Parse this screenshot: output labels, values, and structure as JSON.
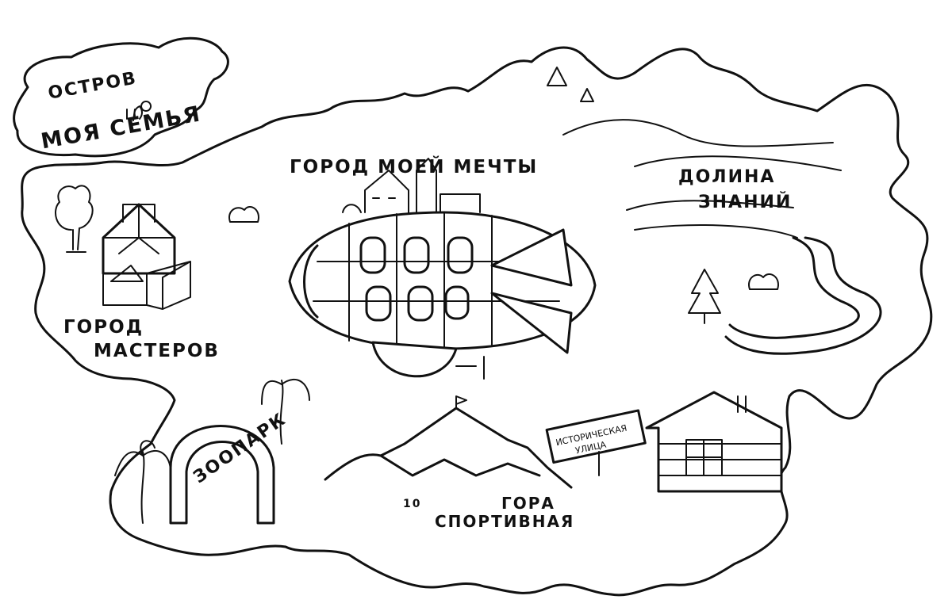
{
  "labels": {
    "island": "ОСТРОВ",
    "island_name": "МОЯ СЕМЬЯ",
    "dream_city": "ГОРОД МОЕЙ МЕЧТЫ",
    "valley_1": "ДОЛИНА",
    "valley_2": "ЗНАНИЙ",
    "masters_1": "ГОРОД",
    "masters_2": "МАСТЕРОВ",
    "zoo": "ЗООПАРК",
    "street_1": "ИСТОРИЧЕСКАЯ",
    "street_2": "УЛИЦА",
    "mountain_1": "ГОРА",
    "mountain_2": "СПОРТИВНАЯ",
    "mountain_small": "10"
  }
}
